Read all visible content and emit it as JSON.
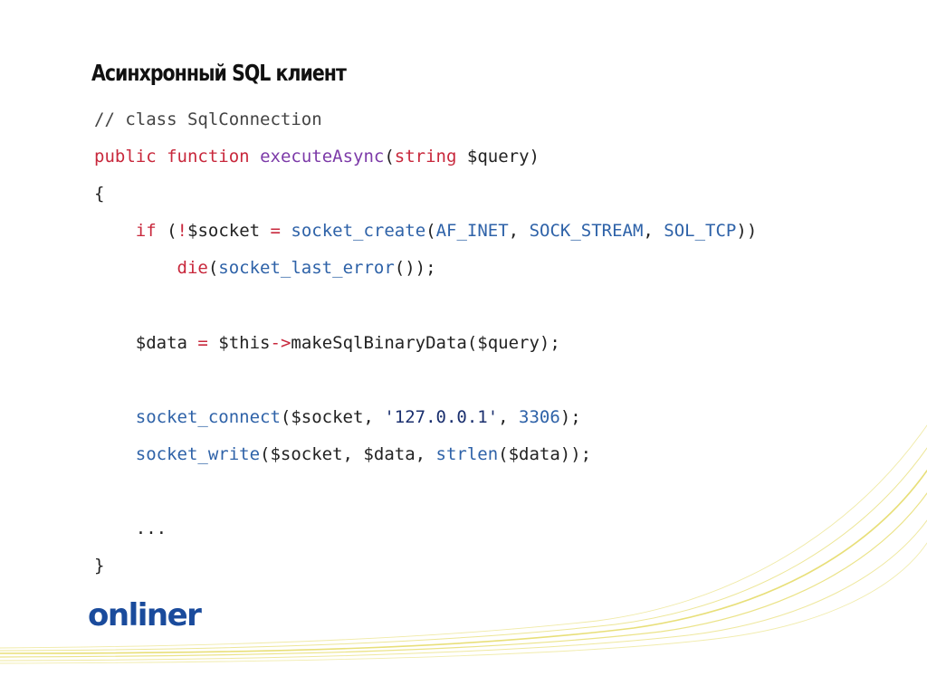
{
  "slide": {
    "title": "Асинхронный SQL клиент",
    "logo_text": "onliner"
  },
  "code": {
    "line1": {
      "comment": "// class SqlConnection"
    },
    "line2": {
      "kw_public": "public",
      "kw_function": "function",
      "method": "executeAsync",
      "open": "(",
      "type": "string",
      "param": " $query)"
    },
    "line3": {
      "text": "{"
    },
    "line4": {
      "indent": "    ",
      "kw_if": "if",
      "p1": " (",
      "not": "!",
      "var": "$socket ",
      "eq": "=",
      "sp": " ",
      "fn": "socket_create",
      "op": "(",
      "c1": "AF_INET",
      "s1": ", ",
      "c2": "SOCK_STREAM",
      "s2": ", ",
      "c3": "SOL_TCP",
      "close": "))"
    },
    "line5": {
      "indent": "        ",
      "kw_die": "die",
      "op": "(",
      "fn": "socket_last_error",
      "close": "());"
    },
    "line6": {
      "text": ""
    },
    "line7": {
      "indent": "    ",
      "var": "$data ",
      "eq": "=",
      "mid": " $this",
      "arrow": "->",
      "rest": "makeSqlBinaryData($query);"
    },
    "line8": {
      "text": ""
    },
    "line9": {
      "indent": "    ",
      "fn": "socket_connect",
      "a": "($socket, ",
      "str": "'127.0.0.1'",
      "b": ", ",
      "num": "3306",
      "c": ");"
    },
    "line10": {
      "indent": "    ",
      "fn": "socket_write",
      "a": "($socket, $data, ",
      "fn2": "strlen",
      "b": "($data));"
    },
    "line11": {
      "text": ""
    },
    "line12": {
      "text": "    ..."
    },
    "line13": {
      "text": "}"
    }
  },
  "colors": {
    "keyword": "#c8283c",
    "function": "#2e62a8",
    "method": "#7c3aa8",
    "logo": "#1a4b9c",
    "swoosh": "#e8e070"
  }
}
